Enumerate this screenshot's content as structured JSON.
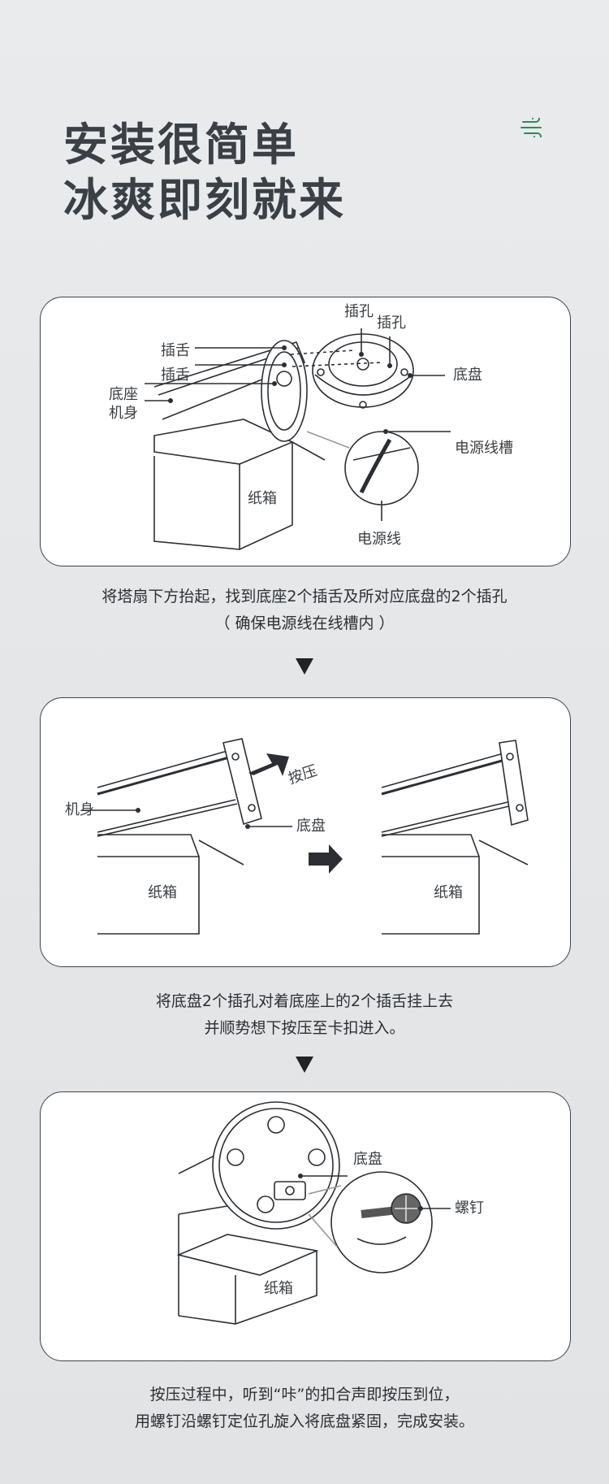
{
  "heading": {
    "line1": "安装很简单",
    "line2": "冰爽即刻就来"
  },
  "step1": {
    "labels": {
      "tongue_a": "插舌",
      "tongue_b": "插舌",
      "base_seat": "底座",
      "body": "机身",
      "hole_a": "插孔",
      "hole_b": "插孔",
      "base_plate": "底盘",
      "cable_groove": "电源线槽",
      "cable": "电源线",
      "box": "纸箱"
    },
    "caption_line1": "将塔扇下方抬起，找到底座2个插舌及所对应底盘的2个插孔",
    "caption_line2": "（ 确保电源线在线槽内 ）"
  },
  "step2": {
    "labels": {
      "body": "机身",
      "press": "按压",
      "base_plate": "底盘",
      "box_left": "纸箱",
      "box_right": "纸箱"
    },
    "caption_line1": "将底盘2个插孔对着底座上的2个插舌挂上去",
    "caption_line2": "并顺势想下按压至卡扣进入。"
  },
  "step3": {
    "labels": {
      "base_plate": "底盘",
      "screw": "螺钉",
      "box": "纸箱"
    },
    "caption_line1": "按压过程中，听到“咔”的扣合声即按压到位，",
    "caption_line2": "用螺钉沿螺钉定位孔旋入将底盘紧固，完成安装。"
  },
  "colors": {
    "accent_wind_icon": "#2f8a5a",
    "line": "#2b2f33",
    "panel_border": "#3f4449"
  }
}
